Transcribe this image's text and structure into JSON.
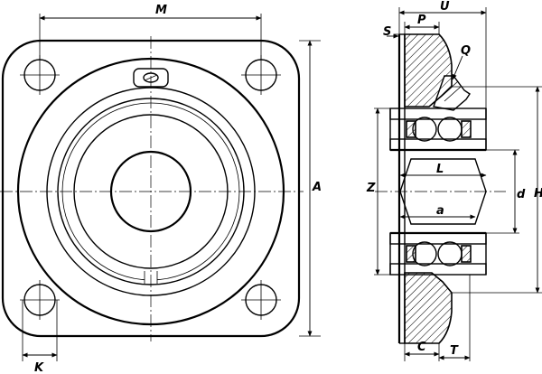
{
  "drawing": {
    "labels": {
      "M": "M",
      "A": "A",
      "K": "K",
      "S": "S",
      "P": "P",
      "U": "U",
      "Q": "Q",
      "L": "L",
      "Z": "Z",
      "d": "d",
      "a": "a",
      "H": "H",
      "C": "C",
      "T": "T"
    }
  }
}
